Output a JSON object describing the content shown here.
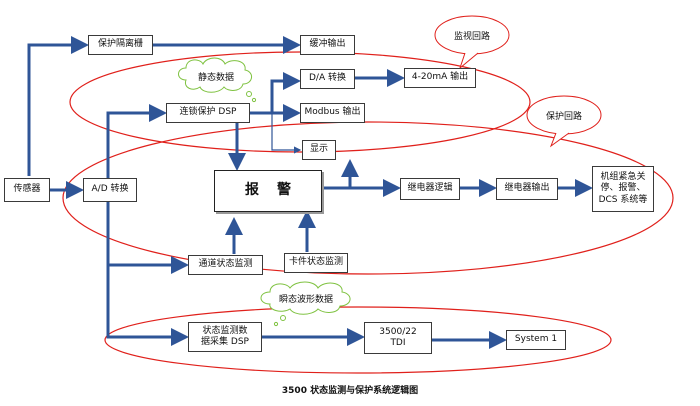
{
  "nodes": {
    "sensor": "传感器",
    "isolation_barrier": "保护隔离栅",
    "buffer_output": "缓冲输出",
    "ad_converter": "A/D 转换",
    "interlock_dsp": "连锁保护 DSP",
    "da_converter": "D/A 转换",
    "ma_output": "4-20mA 输出",
    "modbus_output": "Modbus 输出",
    "display": "显示",
    "alarm": "报警",
    "relay_logic": "继电器逻辑",
    "relay_output": "继电器输出",
    "unit_actions": "机组紧急关\n停、报警、\nDCS 系统等",
    "channel_monitor": "通道状态监测",
    "card_monitor": "卡件状态监测",
    "acquisition_dsp": "状态监测数\n据采集 DSP",
    "tdi": "3500/22\nTDI",
    "system1": "System 1"
  },
  "tags": {
    "monitor_loop": "监视回路",
    "protect_loop": "保护回路",
    "static_data": "静态数据",
    "transient_data": "瞬态波形数据"
  },
  "caption": "3500 状态监测与保护系统逻辑图",
  "colors": {
    "arrow": "#2f5597",
    "loop": "#e0201b",
    "cloud": "#7fc241"
  }
}
